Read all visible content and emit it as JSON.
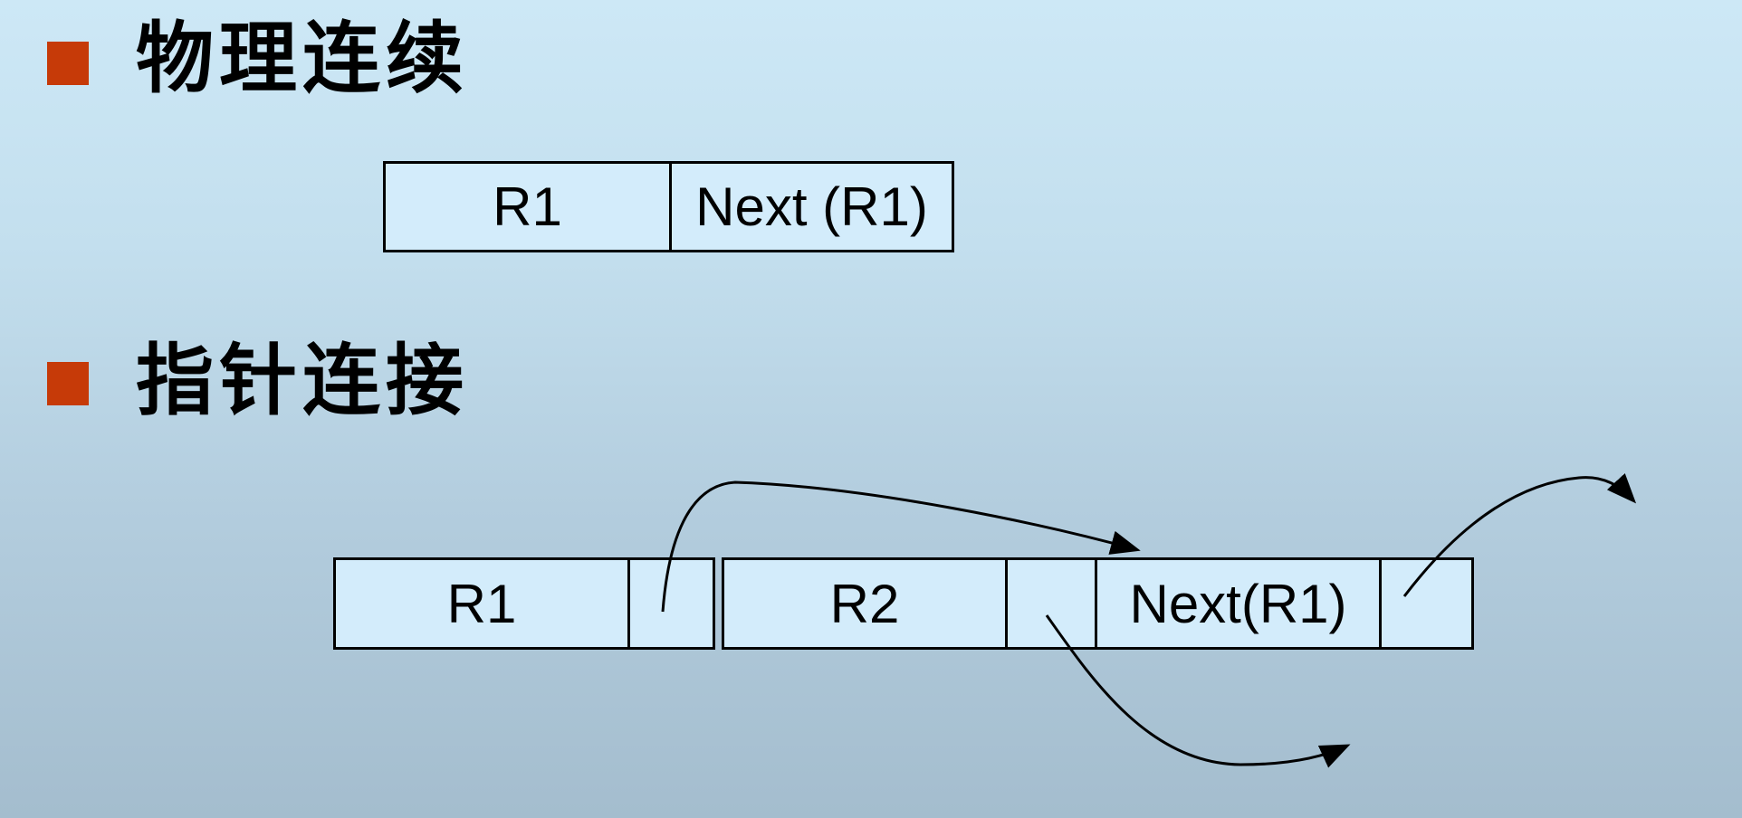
{
  "slide": {
    "background_top": "#cde8f6",
    "background_bottom": "#a4bdce",
    "bullet_color": "#c63a08",
    "cell_fill": "#d3ecfb",
    "line_color": "#000000"
  },
  "headings": [
    {
      "label": "物理连续"
    },
    {
      "label": "指针连接"
    }
  ],
  "physical_diagram": {
    "cells": [
      {
        "label": "R1"
      },
      {
        "label": "Next (R1)"
      }
    ]
  },
  "pointer_diagram": {
    "block1_cells": [
      {
        "label": "R1"
      },
      {
        "label": ""
      }
    ],
    "block2_cells": [
      {
        "label": "R2"
      },
      {
        "label": ""
      },
      {
        "label": "Next(R1)"
      },
      {
        "label": ""
      }
    ],
    "arrows": [
      {
        "name": "pointer-from-r1-slot-to-next-cell"
      },
      {
        "name": "pointer-from-r2-slot-down-right"
      },
      {
        "name": "pointer-from-last-slot-up-right"
      }
    ]
  }
}
